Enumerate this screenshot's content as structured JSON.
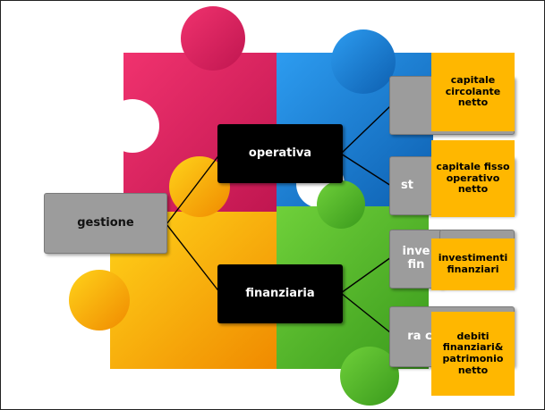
{
  "root": {
    "label": "gestione"
  },
  "categories": [
    {
      "label": "operativa"
    },
    {
      "label": "finanziaria"
    }
  ],
  "leaves": [
    {
      "partial": "",
      "note": "capitale circolante netto"
    },
    {
      "partial": "st",
      "note": "capitale fisso operativo netto"
    },
    {
      "partial": "inve fin",
      "note": "investimenti finanziari"
    },
    {
      "partial": "ra c",
      "note": "debiti finanziari& patrimonio netto"
    }
  ],
  "colors": {
    "puzzle_red": "#e0245e",
    "puzzle_blue": "#1a7fd4",
    "puzzle_yellow": "#f7c500",
    "puzzle_green": "#4caf27",
    "note_orange": "#ffb700",
    "box_grey": "#9c9c9c"
  }
}
